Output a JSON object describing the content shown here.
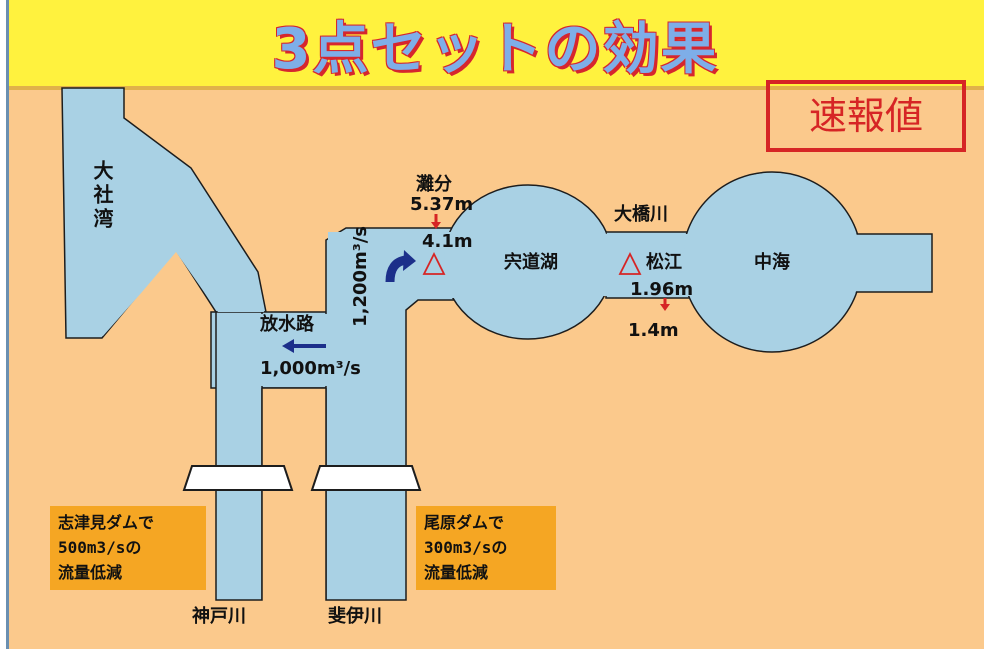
{
  "title": "3点セットの効果",
  "badge": "速報値",
  "labels": {
    "bay": "大社湾",
    "nada_bun": "灘分",
    "nada_bun_level": "5.37m",
    "upper_level": "4.1m",
    "lake_shinji": "宍道湖",
    "ohashi_river": "大橋川",
    "matsue": "松江",
    "matsue_level": "1.96m",
    "lower_level": "1.4m",
    "nakaumi": "中海",
    "spillway": "放水路",
    "spillway_flow": "1,000m³/s",
    "hii_flow": "1,200m³/s",
    "kando_river": "神戸川",
    "hii_river": "斐伊川"
  },
  "notes": {
    "shitsumi": [
      "志津見ダムで",
      "500m3/sの",
      "流量低減"
    ],
    "obara": [
      "尾原ダムで",
      "300m3/sの",
      "流量低減"
    ]
  },
  "colors": {
    "background": "#fbc98c",
    "water": "#a9d1e4",
    "title_band": "#fff23e",
    "accent_red": "#d62525",
    "arrow_blue": "#1c2f8a",
    "note_box": "#f5a623"
  }
}
